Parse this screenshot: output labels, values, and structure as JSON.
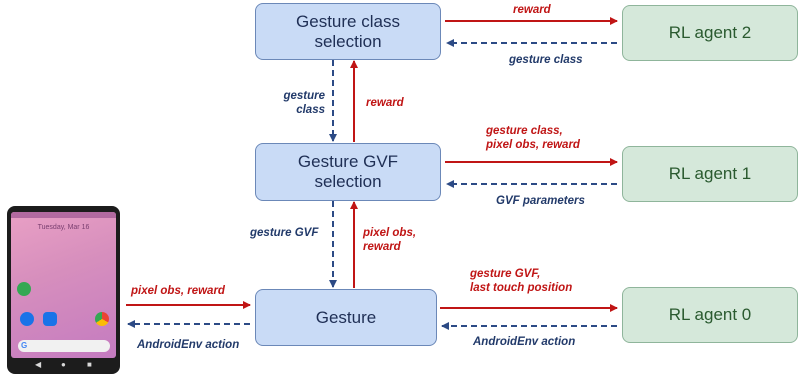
{
  "boxes": {
    "gesture_class_selection": "Gesture class selection",
    "gesture_gvf_selection": "Gesture GVF selection",
    "gesture": "Gesture",
    "rl_agent_2": "RL agent 2",
    "rl_agent_1": "RL agent 1",
    "rl_agent_0": "RL agent 0"
  },
  "edges": {
    "reward_to_agent2": "reward",
    "gesture_class_from_agent2": "gesture class",
    "gesture_class_down_1": "gesture",
    "gesture_class_down_2": "class",
    "reward_up": "reward",
    "to_agent1_line1": "gesture class,",
    "to_agent1_line2": "pixel obs, reward",
    "gvf_parameters_from_agent1": "GVF parameters",
    "gesture_gvf_down": "gesture GVF",
    "pixel_obs_up_1": "pixel obs,",
    "pixel_obs_up_2": "reward",
    "to_agent0_line1": "gesture GVF,",
    "to_agent0_line2": "last touch position",
    "androidenv_action_from_agent0": "AndroidEnv action",
    "phone_to_gesture": "pixel obs, reward",
    "androidenv_action_to_phone": "AndroidEnv action"
  },
  "phone": {
    "date": "Tuesday, Mar 16",
    "search_glyph": "G"
  },
  "colors": {
    "reward_arrow": "#c01515",
    "action_arrow": "#2c4a85",
    "module_fill": "#c9dbf6",
    "agent_fill": "#d5e8da"
  }
}
